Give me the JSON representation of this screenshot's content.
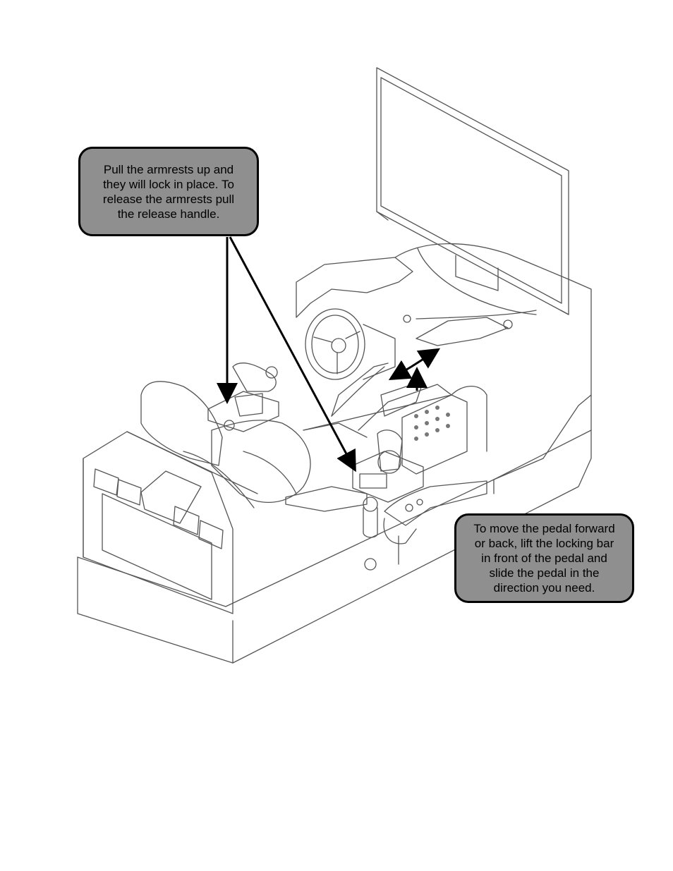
{
  "callouts": {
    "armrest": {
      "lines": [
        "Pull the armrests up and",
        "they will lock in place. To",
        "release the armrests pull",
        "the release handle."
      ]
    },
    "pedal": {
      "lines": [
        "To move the pedal forward",
        "or back, lift the locking bar",
        "in front of the pedal and",
        "slide the pedal in the",
        "direction you need."
      ]
    }
  },
  "colors": {
    "callout_fill": "#8f8f8f",
    "line": "#000000",
    "sketch": "#555555"
  }
}
